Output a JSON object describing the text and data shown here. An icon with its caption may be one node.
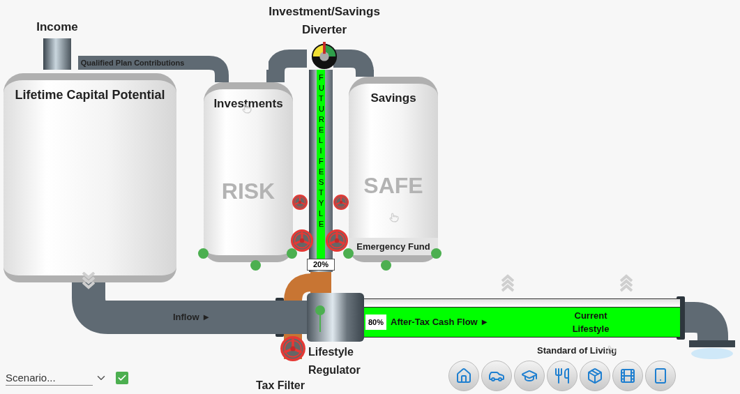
{
  "diagram": {
    "nodes": [
      {
        "text": [
          "Income"
        ]
      },
      {
        "text": [
          "Lifetime Capital Potential"
        ]
      },
      {
        "text": [
          "Investments",
          "RISK"
        ]
      },
      {
        "text": [
          "Savings",
          "SAFE",
          "Emergency Fund"
        ]
      },
      {
        "text": [
          "Investment/Savings Diverter"
        ]
      },
      {
        "text": [
          "FUTURE LIFESTYLE",
          "20%"
        ]
      },
      {
        "text": [
          "Lifestyle Regulator"
        ]
      },
      {
        "text": [
          "Tax Filter"
        ]
      },
      {
        "text": [
          "80%",
          "After-Tax Cash Flow ►",
          "Current Lifestyle"
        ],
        "beside": [
          "Standard of Living"
        ]
      }
    ],
    "edges": [
      {
        "from": 0,
        "to": 2,
        "arrow": "none",
        "label": "Qualified Plan Contributions"
      },
      {
        "from": 1,
        "to": 6,
        "arrow": "none",
        "label": "Inflow ►",
        "style": "thick"
      },
      {
        "from": 6,
        "to": 5,
        "arrow": "none",
        "color": "#c87533"
      },
      {
        "from": 4,
        "to": 2,
        "arrow": "none"
      },
      {
        "from": 4,
        "to": 3,
        "arrow": "none"
      }
    ],
    "labels": [
      "Scenario..."
    ]
  }
}
